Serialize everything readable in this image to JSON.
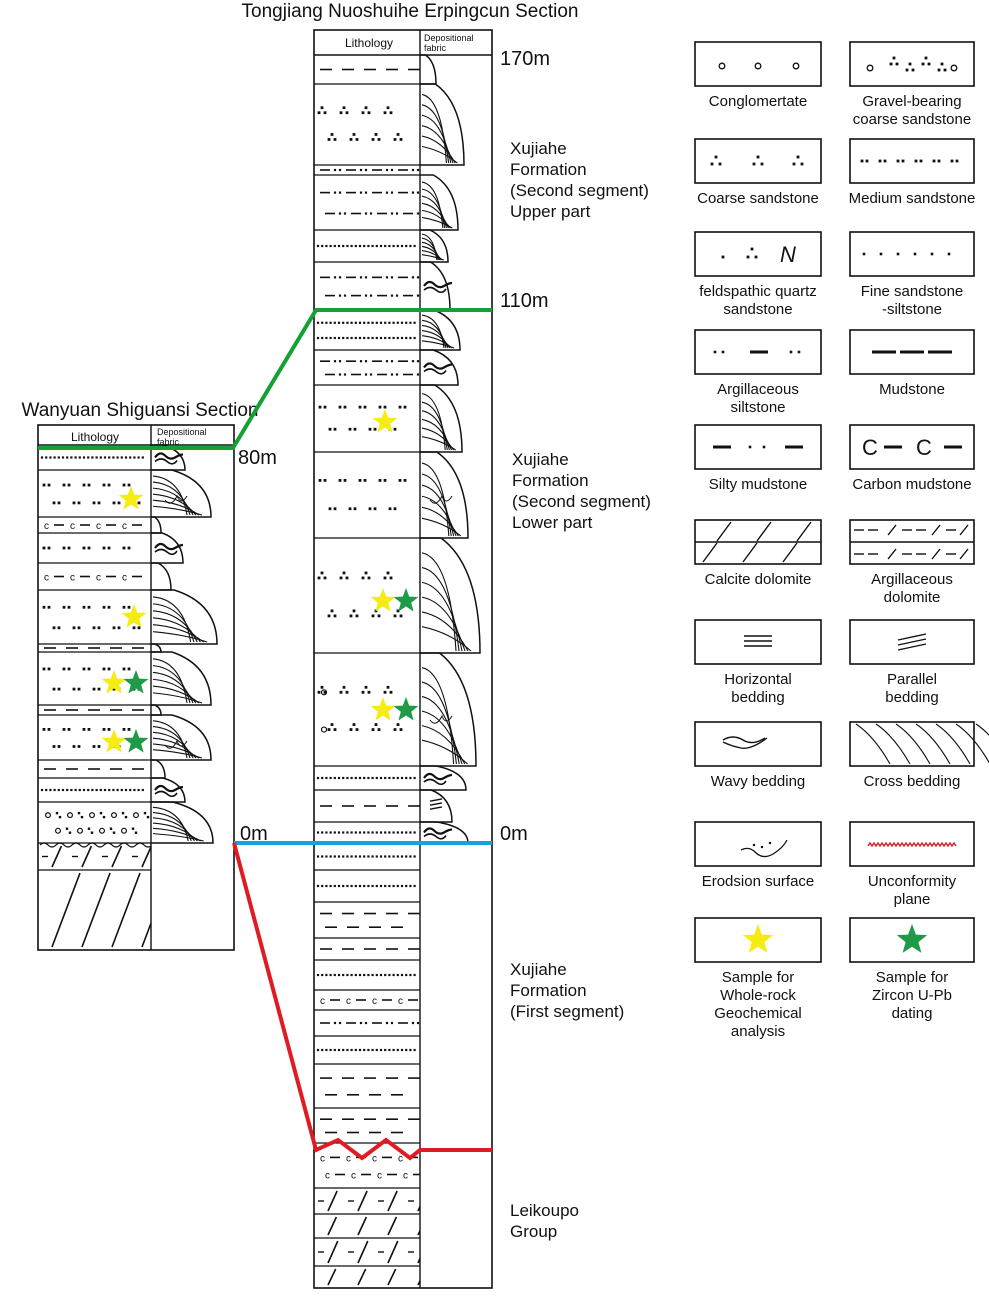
{
  "colors": {
    "green": "#14a032",
    "blue": "#1aa0e0",
    "red": "#e01b24",
    "yellow": "#f7ec12",
    "zircon": "#1f9a49"
  },
  "sections": {
    "tongjiang": {
      "title": "Tongjiang Nuoshuihe Erpingcun Section",
      "header_lithology": "Lithology",
      "header_fabric": "Depositional fabric",
      "depth_top": "170m",
      "depth_mid": "110m",
      "depth_zero": "0m"
    },
    "wanyuan": {
      "title": "Wanyuan Shiguansi Section",
      "header_lithology": "Lithology",
      "header_fabric": "Depositional fabric",
      "depth_top": "80m",
      "depth_zero": "0m"
    }
  },
  "formations": [
    {
      "lines": [
        "Xujiahe",
        "Formation",
        "(Second segment)",
        "Upper part"
      ]
    },
    {
      "lines": [
        "Xujiahe",
        "Formation",
        "(Second segment)",
        "Lower part"
      ]
    },
    {
      "lines": [
        "Xujiahe",
        "Formation",
        "(First segment)"
      ]
    },
    {
      "lines": [
        "Leikoupo",
        "Group"
      ]
    }
  ],
  "legend": {
    "conglomerate": [
      "Conglomertate"
    ],
    "gravel_sandstone": [
      "Gravel-bearing",
      "coarse sandstone"
    ],
    "coarse_sandstone": [
      "Coarse sandstone"
    ],
    "medium_sandstone": [
      "Medium sandstone"
    ],
    "feldspathic": [
      "feldspathic quartz",
      "sandstone"
    ],
    "fine_sandstone": [
      "Fine sandstone",
      "-siltstone"
    ],
    "argillaceous_siltstone": [
      "Argillaceous",
      "siltstone"
    ],
    "mudstone": [
      "Mudstone"
    ],
    "silty_mudstone": [
      "Silty mudstone"
    ],
    "carbon_mudstone": [
      "Carbon mudstone"
    ],
    "carbon_symbol": "C — C —",
    "calcite_dolomite": [
      "Calcite dolomite"
    ],
    "argillaceous_dolomite": [
      "Argillaceous",
      "dolomite"
    ],
    "horizontal_bedding": [
      "Horizontal",
      "bedding"
    ],
    "parallel_bedding": [
      "Parallel",
      "bedding"
    ],
    "wavy_bedding": [
      "Wavy bedding"
    ],
    "cross_bedding": [
      "Cross bedding"
    ],
    "erosion_surface": [
      "Erodsion surface"
    ],
    "unconformity": [
      "Unconformity",
      "plane"
    ],
    "whole_rock": [
      "Sample for",
      "Whole-rock",
      "Geochemical",
      "analysis"
    ],
    "zircon": [
      "Sample for",
      "Zircon U-Pb",
      "dating"
    ]
  }
}
